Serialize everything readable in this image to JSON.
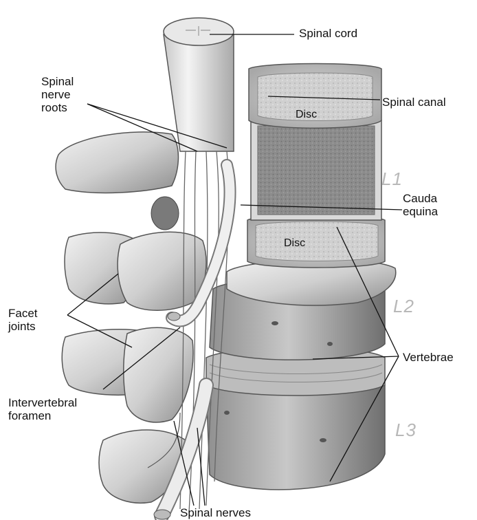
{
  "labels": {
    "spinal_cord": "Spinal cord",
    "spinal_nerve_roots": [
      "Spinal",
      "nerve",
      "roots"
    ],
    "spinal_canal": "Spinal canal",
    "disc_upper": "Disc",
    "disc_lower": "Disc",
    "cauda_equina": [
      "Cauda",
      "equina"
    ],
    "facet_joints": [
      "Facet",
      "joints"
    ],
    "vertebrae": "Vertebrae",
    "intervertebral_foramen": [
      "Intervertebral",
      "foramen"
    ],
    "spinal_nerves": "Spinal nerves"
  },
  "levels": [
    "L1",
    "L2",
    "L3"
  ],
  "colors": {
    "bone": "#d9d9d9",
    "bone_shadow": "#9a9a9a",
    "disc_core": "#8a8a8a",
    "line": "#111111",
    "level_text": "#b8b8b8"
  }
}
